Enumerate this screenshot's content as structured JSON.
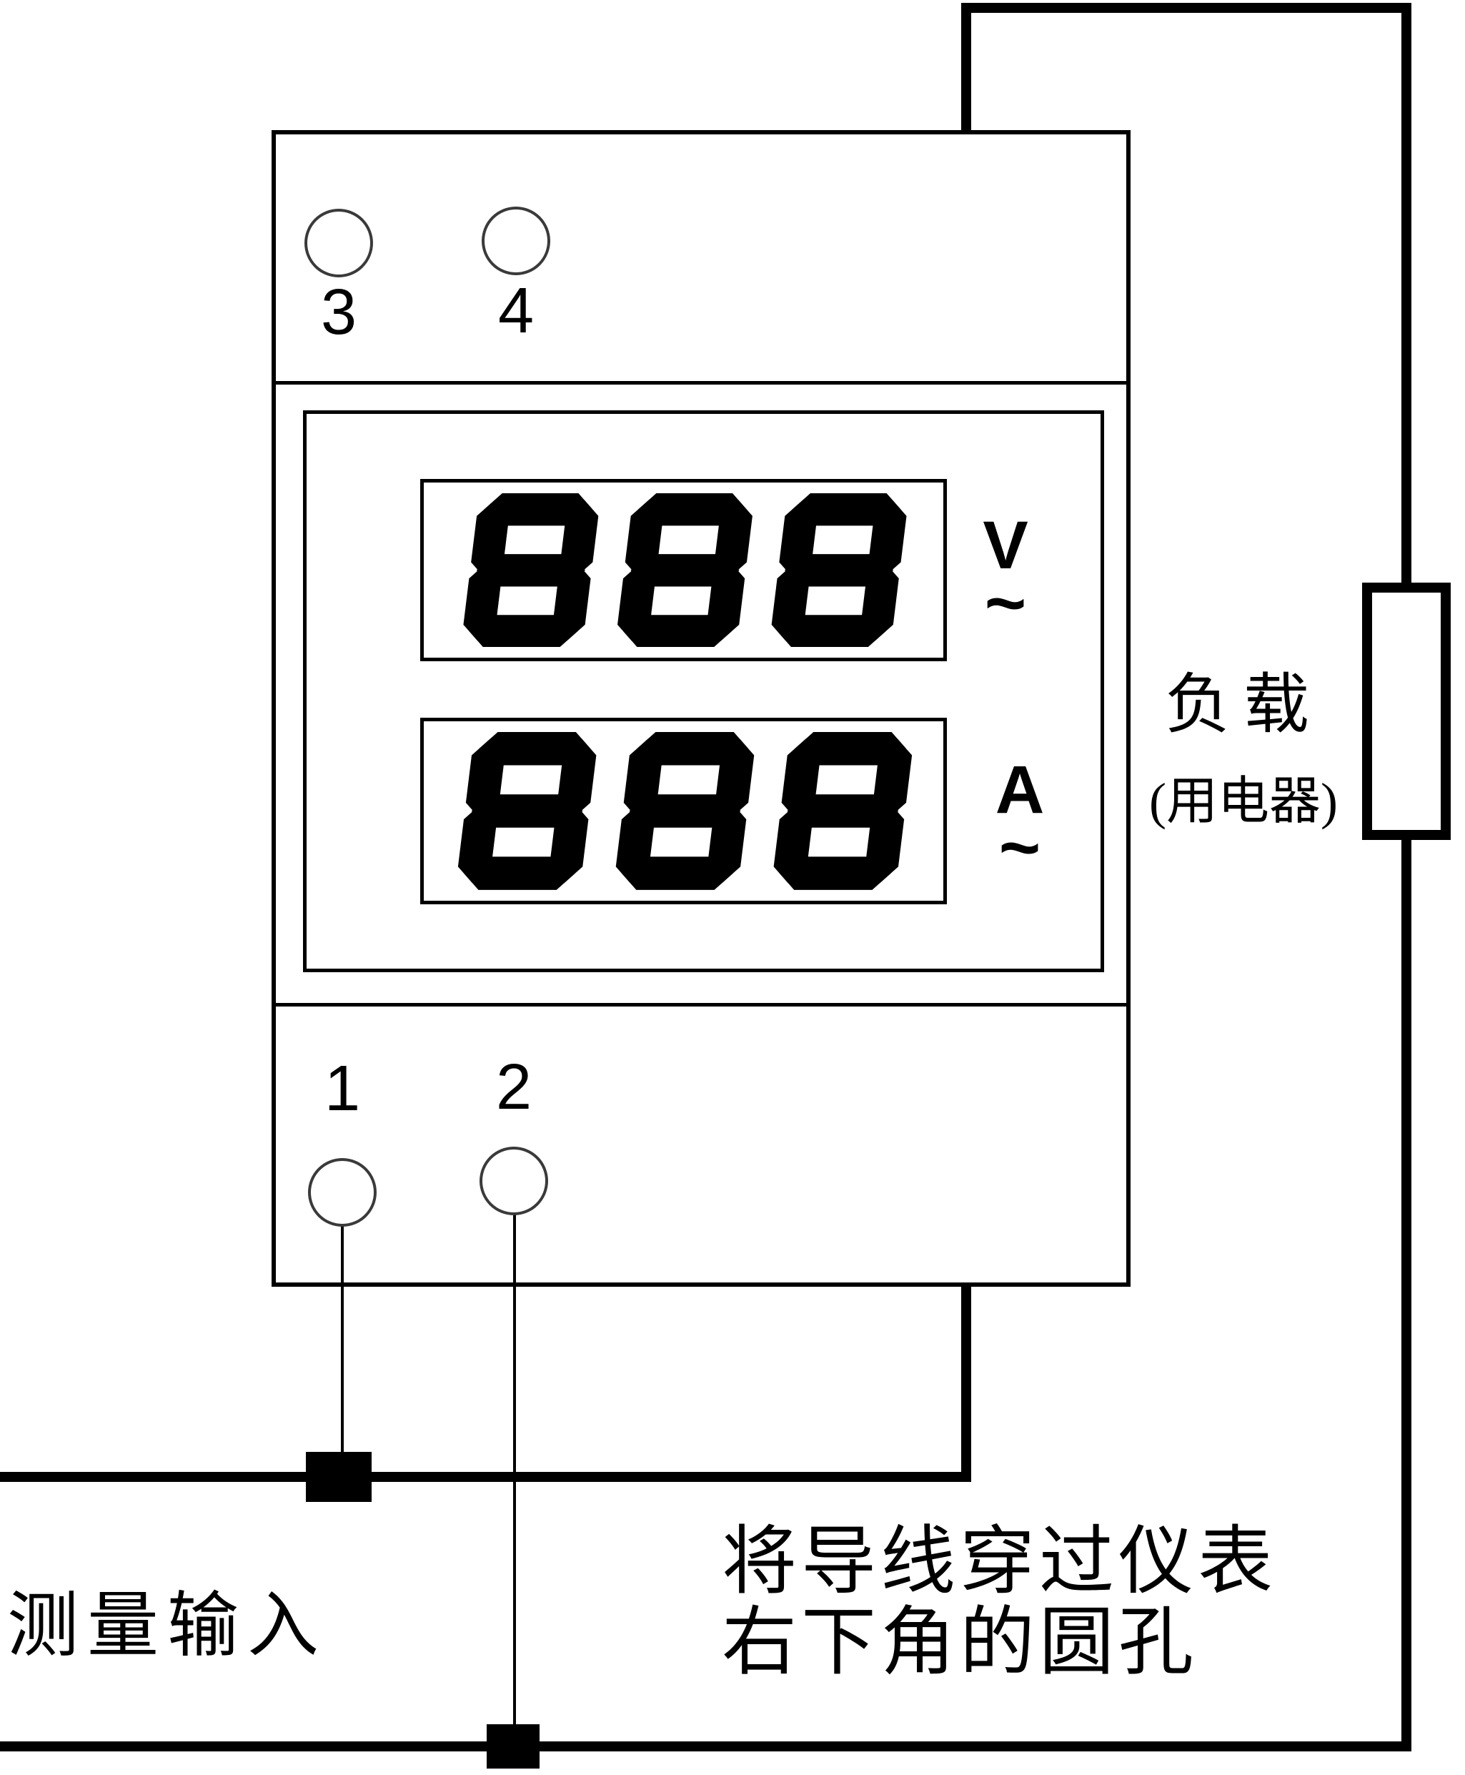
{
  "meter": {
    "top_terminals": [
      {
        "label": "3"
      },
      {
        "label": "4"
      }
    ],
    "bottom_terminals": [
      {
        "label": "1"
      },
      {
        "label": "2"
      }
    ],
    "displays": [
      {
        "value": "888",
        "unit": "V",
        "ac_symbol": "~"
      },
      {
        "value": "888",
        "unit": "A",
        "ac_symbol": "~"
      }
    ]
  },
  "load": {
    "name": "负载",
    "sub": "(用电器)"
  },
  "notes": {
    "measurement_input": "测量输入",
    "wire_note_line1": "将导线穿过仪表",
    "wire_note_line2": "右下角的圆孔"
  },
  "colors": {
    "line": "#000000",
    "background": "#ffffff",
    "digit": "#000000"
  }
}
